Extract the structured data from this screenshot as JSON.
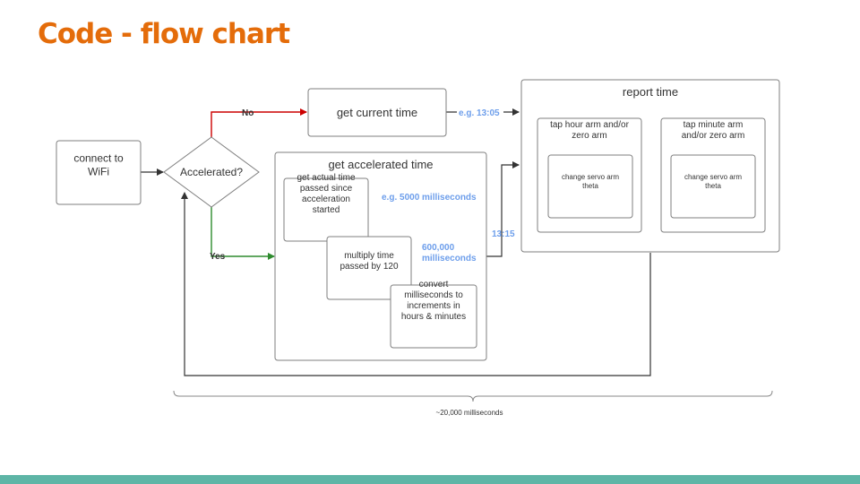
{
  "title": "Code - flow chart",
  "colors": {
    "title": "#e46c0a",
    "no_branch": "#cc0000",
    "yes_branch": "#2e8b2e",
    "note": "#6d9eeb",
    "band": "#5eb5a6"
  },
  "nodes": {
    "connect": [
      "connect to",
      "WiFi"
    ],
    "decision": [
      "Accelerated?"
    ],
    "current_time": [
      "get current time"
    ],
    "accel_group": [
      "get accelerated time"
    ],
    "actual_time": [
      "get actual time",
      "passed since",
      "acceleration",
      "started"
    ],
    "multiply": [
      "multiply time",
      "passed by 120"
    ],
    "convert": [
      "convert",
      "milliseconds to",
      "increments in",
      "hours & minutes"
    ],
    "report_group": [
      "report time"
    ],
    "tap_hour": [
      "tap hour arm and/or",
      "zero arm"
    ],
    "tap_minute": [
      "tap minute arm",
      "and/or zero arm"
    ],
    "servo_hour": [
      "change servo arm",
      "theta"
    ],
    "servo_minute": [
      "change servo arm",
      "theta"
    ]
  },
  "edge_labels": {
    "no": "No",
    "yes": "Yes"
  },
  "notes": {
    "eg_time": [
      "e.g. 13:05"
    ],
    "eg_ms": [
      "e.g. 5000 milliseconds"
    ],
    "ms_600k": [
      "600,000",
      "milliseconds"
    ],
    "t1315": [
      "13:15"
    ]
  },
  "brace_label": "~20,000 milliseconds"
}
